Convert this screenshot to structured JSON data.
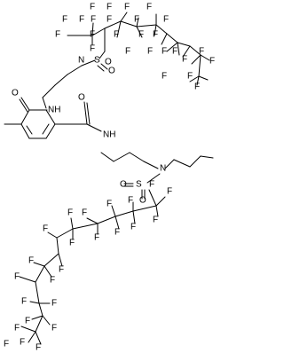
{
  "colors": {
    "background": "#ffffff",
    "ink": "#000000"
  },
  "labels": {
    "F": "F",
    "O": "O",
    "S": "S",
    "N": "N",
    "NH": "NH"
  }
}
